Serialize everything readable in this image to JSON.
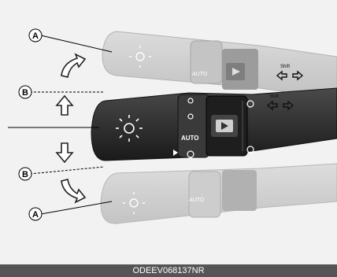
{
  "callouts": {
    "a_top": "A",
    "b_top": "B",
    "b_bottom": "B",
    "a_bottom": "A"
  },
  "switch_labels": {
    "auto": "AUTO",
    "auto_ghost_top": "AUTO",
    "auto_ghost_bottom": "AUTO",
    "indicator_left": "Shift",
    "indicator_right": "Shift"
  },
  "image_code": "ODEEV068137NR",
  "colors": {
    "background": "#f2f2f2",
    "lever_dark": "#2b2b2b",
    "lever_ghost": "#c9c9c9",
    "footer_bg": "#555555"
  },
  "icons": [
    "headlamp-icon",
    "arrow-up-right-icon",
    "arrow-up-icon",
    "arrow-down-icon",
    "arrow-down-right-icon",
    "turn-signal-icon",
    "fog-lamp-icon",
    "parking-lamp-icon"
  ]
}
